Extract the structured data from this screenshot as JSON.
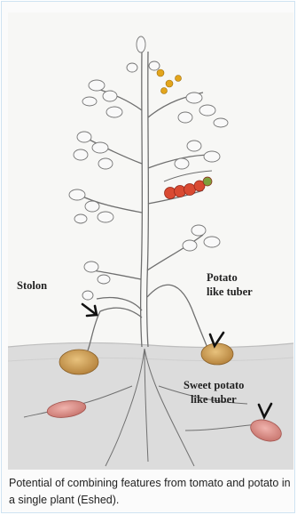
{
  "labels": {
    "stolon": "Stolon",
    "potato_line1": "Potato",
    "potato_line2": "like tuber",
    "sweet_line1": "Sweet potato",
    "sweet_line2": "like tuber"
  },
  "caption": "Potential of combining features from tomato and potato in a single plant (Eshed).",
  "colors": {
    "stem": "#6f6f6f",
    "tomato": "#d94a32",
    "flower": "#e3a51c",
    "potato": "#c89a55",
    "sweet_potato": "#d98a86",
    "soil": "#d8d8d8",
    "border": "#cfe3f2"
  }
}
